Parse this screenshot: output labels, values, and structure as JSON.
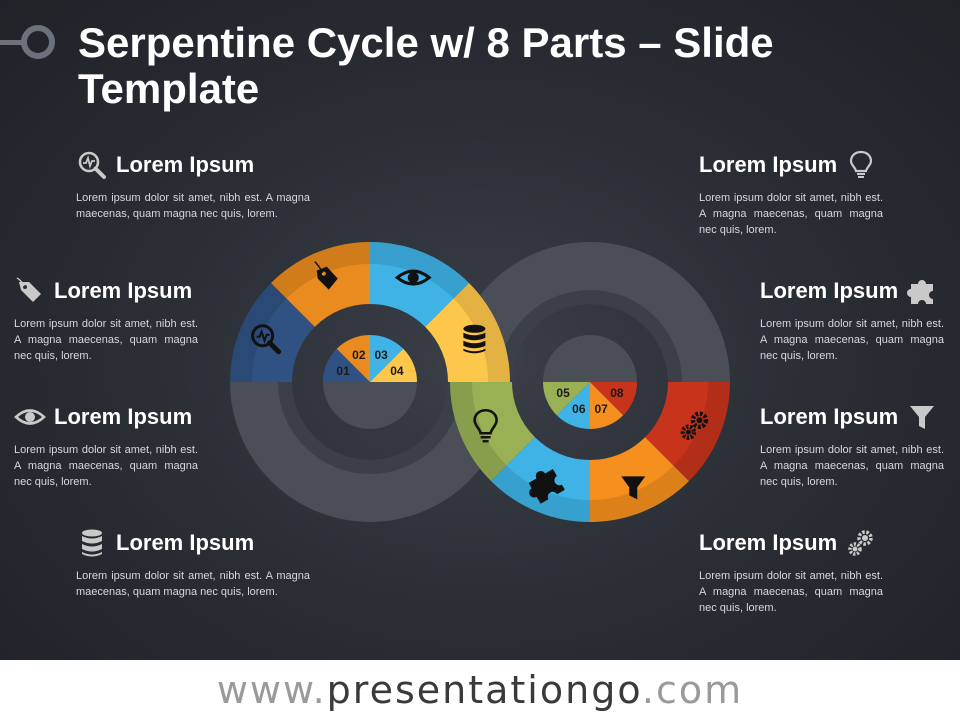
{
  "slide": {
    "title": "Serpentine Cycle w/ 8 Parts – Slide Template"
  },
  "items": [
    {
      "title": "Lorem Ipsum",
      "icon": "analytics-magnifier-icon",
      "text": "Lorem ipsum dolor sit amet, nibh est. A magna maecenas, quam magna nec quis, lorem."
    },
    {
      "title": "Lorem Ipsum",
      "icon": "tag-icon",
      "text": "Lorem ipsum dolor sit amet, nibh est. A magna maecenas, quam magna nec quis, lorem."
    },
    {
      "title": "Lorem Ipsum",
      "icon": "eye-icon",
      "text": "Lorem ipsum dolor sit amet, nibh est. A magna maecenas, quam magna nec quis, lorem."
    },
    {
      "title": "Lorem Ipsum",
      "icon": "database-icon",
      "text": "Lorem ipsum dolor sit amet, nibh est. A magna maecenas, quam magna nec quis, lorem."
    },
    {
      "title": "Lorem Ipsum",
      "icon": "lightbulb-icon",
      "text": "Lorem ipsum dolor sit amet, nibh est. A magna maecenas, quam magna nec quis, lorem."
    },
    {
      "title": "Lorem Ipsum",
      "icon": "puzzle-icon",
      "text": "Lorem ipsum dolor sit amet, nibh est. A magna maecenas, quam magna nec quis, lorem."
    },
    {
      "title": "Lorem Ipsum",
      "icon": "funnel-icon",
      "text": "Lorem ipsum dolor sit amet, nibh est. A magna maecenas, quam magna nec quis, lorem."
    },
    {
      "title": "Lorem Ipsum",
      "icon": "gears-icon",
      "text": "Lorem ipsum dolor sit amet, nibh est. A magna maecenas, quam magna nec quis, lorem."
    }
  ],
  "segments": [
    {
      "number": "01",
      "color": "#2f5283",
      "icon": "analytics-magnifier-icon"
    },
    {
      "number": "02",
      "color": "#e98b1f",
      "icon": "tag-icon"
    },
    {
      "number": "03",
      "color": "#3fb3e6",
      "icon": "eye-icon"
    },
    {
      "number": "04",
      "color": "#fdc74b",
      "icon": "database-icon"
    },
    {
      "number": "05",
      "color": "#99b055",
      "icon": "lightbulb-icon"
    },
    {
      "number": "06",
      "color": "#3fb3e6",
      "icon": "puzzle-icon"
    },
    {
      "number": "07",
      "color": "#f5901e",
      "icon": "funnel-icon"
    },
    {
      "number": "08",
      "color": "#c8341b",
      "icon": "gears-icon"
    }
  ],
  "colors": {
    "background": "#2b2f36",
    "inactive_ring": "#4a4e56",
    "text": "#ffffff",
    "icon_gray": "#c9c9c9"
  },
  "footer": {
    "prefix": "www.",
    "brand": "presentationgo",
    "suffix": ".com"
  }
}
